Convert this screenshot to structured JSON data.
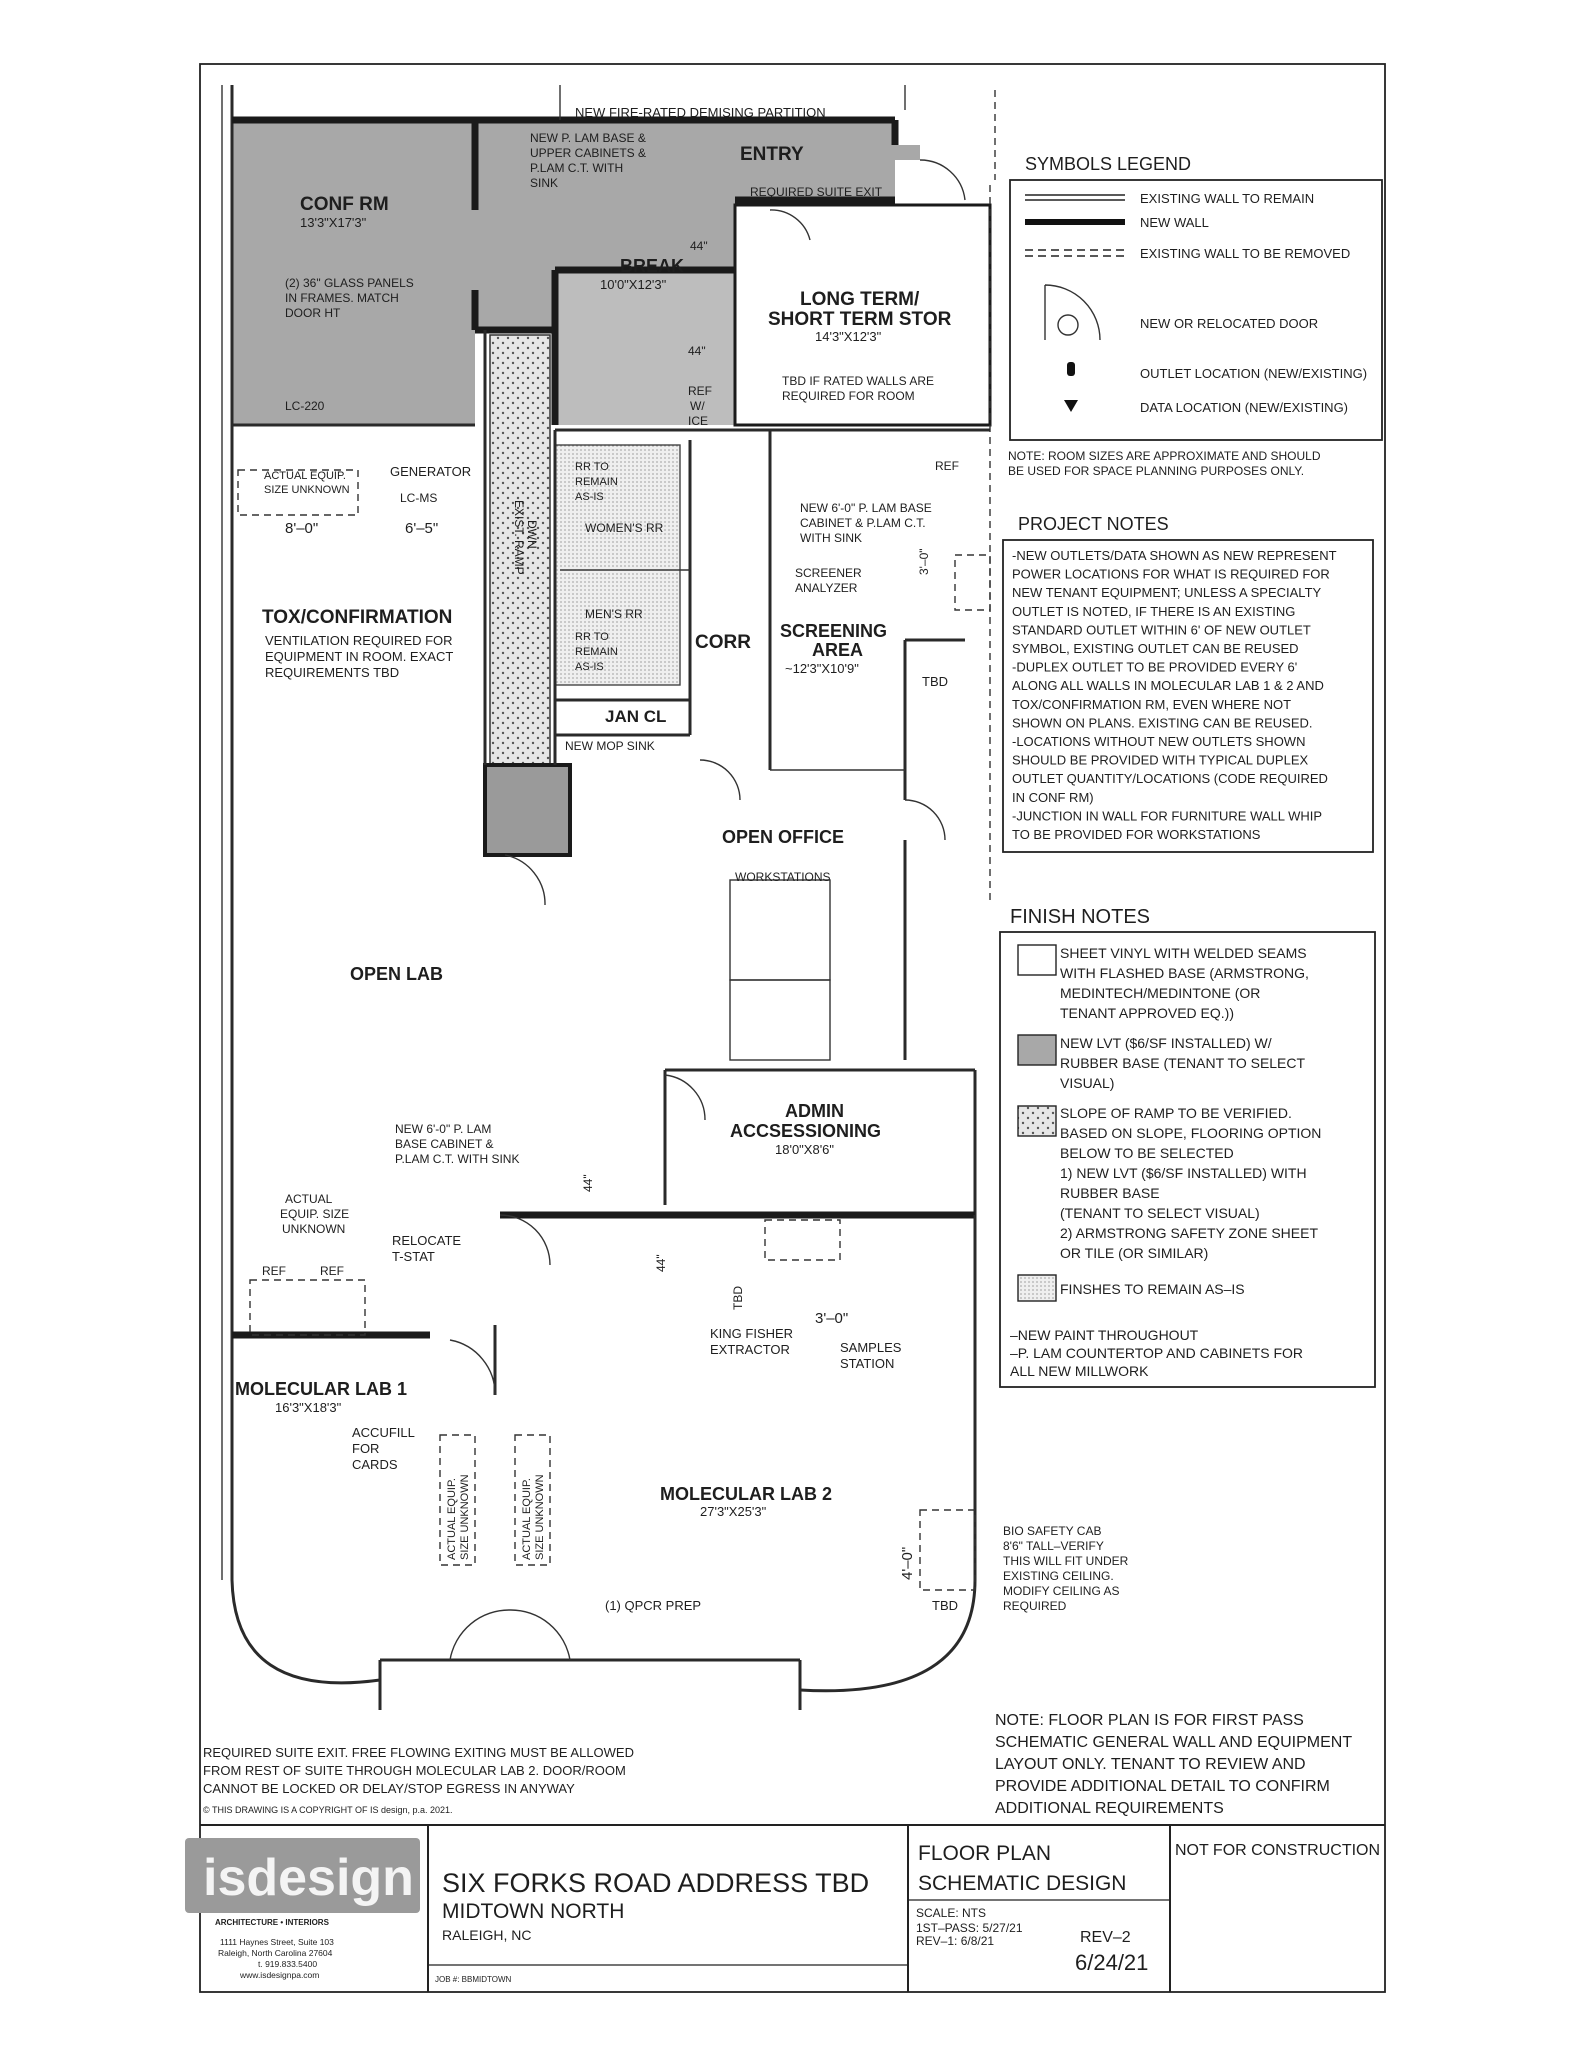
{
  "plan": {
    "fire_partition": "NEW FIRE-RATED DEMISING PARTITION",
    "entry": "ENTRY",
    "plam_note": [
      "NEW P. LAM BASE &",
      "UPPER CABINETS &",
      "P.LAM C.T. WITH",
      "SINK"
    ],
    "required_suite_exit": "REQUIRED SUITE EXIT",
    "conf_rm": {
      "name": "CONF RM",
      "size": "13'3\"X17'3\""
    },
    "glass_note": [
      "(2) 36\" GLASS PANELS",
      "IN FRAMES. MATCH",
      "DOOR HT"
    ],
    "break": {
      "name": "BREAK",
      "size": "10'0\"X12'3\""
    },
    "dim_44a": "44\"",
    "dim_44b": "44\"",
    "ref_ice": [
      "REF",
      "W/",
      "ICE"
    ],
    "storage": {
      "name1": "LONG TERM/",
      "name2": "SHORT TERM STOR",
      "size": "14'3\"X12'3\"",
      "note": [
        "TBD IF RATED WALLS ARE",
        "REQUIRED FOR ROOM"
      ]
    },
    "lc220": "LC-220",
    "actual_equip": [
      "ACTUAL EQUIP.",
      "SIZE UNKNOWN"
    ],
    "generator": "GENERATOR",
    "lc_ms": "LC-MS",
    "dim_8": "8'–0\"",
    "dim_6_5": "6'–5\"",
    "ramp": [
      "EXIST. RAMP",
      "DWN"
    ],
    "rr_remain_1": [
      "RR TO",
      "REMAIN",
      "AS-IS"
    ],
    "womens_rr": "WOMEN'S RR",
    "mens_rr": "MEN'S RR",
    "rr_remain_2": [
      "RR TO",
      "REMAIN",
      "AS-IS"
    ],
    "corr": "CORR",
    "jan_cl": "JAN CL",
    "mop_sink": "NEW MOP SINK",
    "ref_top": "REF",
    "plam_screen": [
      "NEW 6'-0\" P. LAM BASE",
      "CABINET & P.LAM C.T.",
      "WITH SINK"
    ],
    "screener": [
      "SCREENER",
      "ANALYZER"
    ],
    "dim_3a": "3'–0\"",
    "screening": {
      "name1": "SCREENING",
      "name2": "AREA",
      "size": "~12'3\"X10'9\""
    },
    "tbd_1": "TBD",
    "tox": {
      "name": "TOX/CONFIRMATION",
      "note": [
        "VENTILATION REQUIRED FOR",
        "EQUIPMENT IN ROOM. EXACT",
        "REQUIREMENTS TBD"
      ]
    },
    "open_office": "OPEN OFFICE",
    "workstations": "WORKSTATIONS",
    "open_lab": "OPEN LAB",
    "admin": {
      "name1": "ADMIN",
      "name2": "ACCSESSIONING",
      "size": "18'0\"X8'6\""
    },
    "plam_lab": [
      "NEW 6'-0\" P. LAM",
      "BASE CABINET &",
      "P.LAM C.T. WITH SINK"
    ],
    "dim_44c": "44\"",
    "dim_44d": "44\"",
    "actual_equip_2": [
      "ACTUAL",
      "EQUIP. SIZE",
      "UNKNOWN"
    ],
    "ref_a": "REF",
    "ref_b": "REF",
    "relocate": [
      "RELOCATE",
      "T-STAT"
    ],
    "tbd_2": "TBD",
    "dim_3b": "3'–0\"",
    "king_fisher": [
      "KING FISHER",
      "EXTRACTOR"
    ],
    "samples": [
      "SAMPLES",
      "STATION"
    ],
    "mol_lab_1": {
      "name": "MOLECULAR LAB 1",
      "size": "16'3\"X18'3\""
    },
    "accufill": [
      "ACCUFILL",
      "FOR",
      "CARDS"
    ],
    "equip_v1": [
      "ACTUAL EQUIP.",
      "SIZE UNKNOWN"
    ],
    "equip_v2": [
      "ACTUAL EQUIP.",
      "SIZE UNKNOWN"
    ],
    "mol_lab_2": {
      "name": "MOLECULAR LAB 2",
      "size": "27'3\"X25'3\""
    },
    "qpcr": "(1) QPCR PREP",
    "dim_4": "4'–0\"",
    "tbd_3": "TBD",
    "bio_cab": [
      "BIO SAFETY CAB",
      "8'6\" TALL–VERIFY",
      "THIS WILL FIT UNDER",
      "EXISTING CEILING.",
      "MODIFY CEILING AS",
      "REQUIRED"
    ],
    "exit_note": [
      "REQUIRED SUITE EXIT. FREE FLOWING EXITING MUST BE ALLOWED",
      "FROM REST OF SUITE THROUGH MOLECULAR LAB 2. DOOR/ROOM",
      "CANNOT BE LOCKED OR DELAY/STOP EGRESS IN ANYWAY"
    ],
    "copyright": "© THIS DRAWING IS A COPYRIGHT OF IS design, p.a. 2021.",
    "first_pass_note": [
      "NOTE: FLOOR PLAN IS FOR FIRST PASS",
      "SCHEMATIC GENERAL WALL AND EQUIPMENT",
      "LAYOUT ONLY.  TENANT TO REVIEW AND",
      "PROVIDE ADDITIONAL DETAIL TO CONFIRM",
      "ADDITIONAL REQUIREMENTS"
    ]
  },
  "legend": {
    "title": "SYMBOLS LEGEND",
    "items": [
      "EXISTING WALL TO REMAIN",
      "NEW WALL",
      "EXISTING WALL TO BE REMOVED",
      "NEW OR RELOCATED DOOR",
      "OUTLET LOCATION (NEW/EXISTING)",
      "DATA LOCATION (NEW/EXISTING)"
    ],
    "note": [
      "NOTE: ROOM SIZES ARE APPROXIMATE AND SHOULD",
      "BE USED FOR SPACE PLANNING PURPOSES ONLY."
    ]
  },
  "project_notes": {
    "title": "PROJECT NOTES",
    "lines": [
      "-NEW OUTLETS/DATA SHOWN AS NEW REPRESENT",
      "POWER LOCATIONS FOR WHAT IS REQUIRED FOR",
      "NEW TENANT EQUIPMENT; UNLESS A SPECIALTY",
      "OUTLET IS NOTED, IF THERE IS AN EXISTING",
      "STANDARD OUTLET WITHIN 6' OF NEW OUTLET",
      "SYMBOL, EXISTING OUTLET CAN BE REUSED",
      "-DUPLEX OUTLET TO BE PROVIDED EVERY 6'",
      "ALONG ALL WALLS IN MOLECULAR LAB 1 & 2 AND",
      "TOX/CONFIRMATION RM, EVEN WHERE NOT",
      "SHOWN ON PLANS. EXISTING CAN BE REUSED.",
      "-LOCATIONS WITHOUT NEW OUTLETS SHOWN",
      "SHOULD BE PROVIDED WITH TYPICAL DUPLEX",
      "OUTLET QUANTITY/LOCATIONS (CODE REQUIRED",
      "IN CONF RM)",
      "-JUNCTION IN WALL FOR FURNITURE WALL WHIP",
      "TO BE PROVIDED FOR WORKSTATIONS"
    ]
  },
  "finish_notes": {
    "title": "FINISH NOTES",
    "f1": [
      "SHEET VINYL WITH WELDED SEAMS",
      "WITH FLASHED BASE (ARMSTRONG,",
      "MEDINTECH/MEDINTONE (OR",
      "TENANT APPROVED EQ.))"
    ],
    "f2": [
      "NEW LVT ($6/SF INSTALLED) W/",
      "RUBBER BASE (TENANT TO SELECT",
      "VISUAL)"
    ],
    "f3": [
      "SLOPE OF RAMP TO BE VERIFIED.",
      "BASED ON SLOPE, FLOORING OPTION",
      "BELOW TO BE SELECTED",
      "    1) NEW LVT ($6/SF INSTALLED) WITH",
      "RUBBER BASE",
      "(TENANT TO SELECT VISUAL)",
      "    2) ARMSTRONG SAFETY ZONE SHEET",
      "OR TILE (OR SIMILAR)"
    ],
    "f4": "FINSHES TO REMAIN AS–IS",
    "extra": [
      "–NEW PAINT THROUGHOUT",
      "–P. LAM COUNTERTOP AND CABINETS FOR",
      "ALL NEW MILLWORK"
    ]
  },
  "title_block": {
    "logo": "isdesign",
    "logo_tag": "ARCHITECTURE • INTERIORS",
    "address": [
      "1111 Haynes Street, Suite 103",
      "Raleigh, North Carolina 27604",
      "t. 919.833.5400",
      "www.isdesignpa.com"
    ],
    "project": "SIX FORKS ROAD ADDRESS TBD",
    "subproject": "MIDTOWN NORTH",
    "city": "RALEIGH, NC",
    "job": "JOB #: BBMIDTOWN",
    "sheet1": "FLOOR PLAN",
    "sheet2": "SCHEMATIC DESIGN",
    "scale": "SCALE:  NTS",
    "pass1": "1ST–PASS:  5/27/21",
    "rev1": "REV–1:  6/8/21",
    "rev2": "REV–2",
    "date": "6/24/21",
    "nfc": "NOT FOR CONSTRUCTION"
  },
  "colors": {
    "lvt_fill": "#a8a8a8",
    "wall": "#1a1a1a",
    "hatch": "#d0d0d0"
  }
}
